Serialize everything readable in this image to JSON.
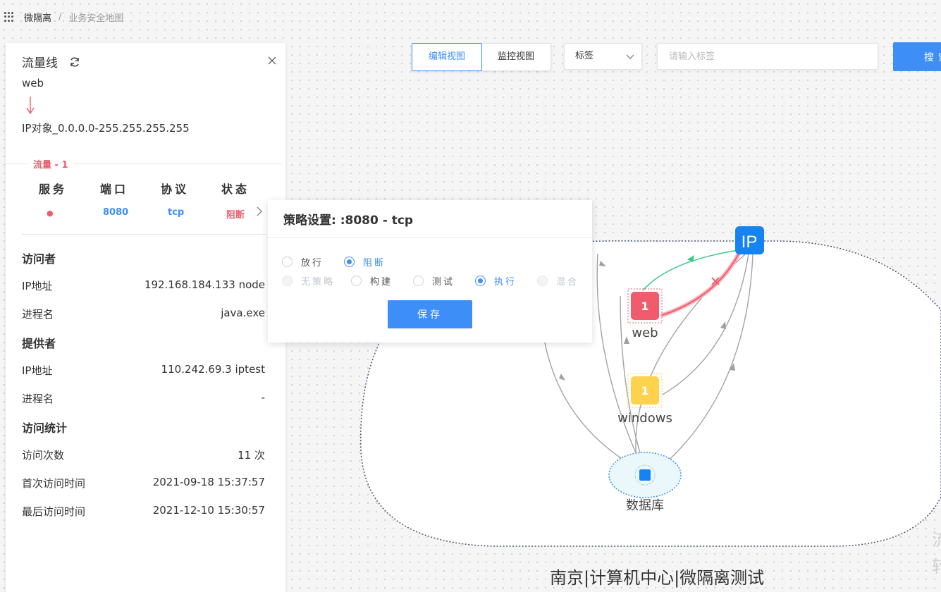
{
  "breadcrumb": {
    "root": "微隔离",
    "separator": "/",
    "current": "业务安全地图"
  },
  "panel": {
    "title": "流量线",
    "source": "web",
    "destination": "IP对象_0.0.0.0-255.255.255.255",
    "flow_label": "流量 - 1",
    "columns": [
      "服务",
      "端口",
      "协议",
      "状态"
    ],
    "row": {
      "service_dot": "●",
      "port": "8080",
      "protocol": "tcp",
      "status": "阻断"
    },
    "visitor": {
      "section": "访问者",
      "ip_label": "IP地址",
      "ip_value": "192.168.184.133 node",
      "proc_label": "进程名",
      "proc_value": "java.exe"
    },
    "provider": {
      "section": "提供者",
      "ip_label": "IP地址",
      "ip_value": "110.242.69.3 iptest",
      "proc_label": "进程名",
      "proc_value": "-"
    },
    "stats": {
      "section": "访问统计",
      "count_label": "访问次数",
      "count_value": "11 次",
      "first_label": "首次访问时间",
      "first_value": "2021-09-18 15:37:57",
      "last_label": "最后访问时间",
      "last_value": "2021-12-10 15:30:57"
    }
  },
  "toolbar": {
    "tabs": [
      "编辑视图",
      "监控视图"
    ],
    "select_value": "标签",
    "search_placeholder": "请输入标签",
    "search_label": "搜索"
  },
  "popup": {
    "title": "策略设置: :8080 - tcp",
    "row1": [
      "放行",
      "阻断"
    ],
    "row2": [
      "无策略",
      "构建",
      "测试",
      "执行",
      "混合"
    ],
    "save_label": "保存"
  },
  "graph": {
    "ip_node": "IP",
    "web_count": "1",
    "web_label": "web",
    "windows_count": "1",
    "windows_label": "windows",
    "db_label": "数据库",
    "group_title": "南京|计算机中心|微隔离测试",
    "edge_chars": [
      "流",
      "转"
    ]
  },
  "colors": {
    "accent": "#3e8ef7",
    "danger": "#f05c6e",
    "warning": "#ffd24d",
    "green": "#3cc98a"
  }
}
